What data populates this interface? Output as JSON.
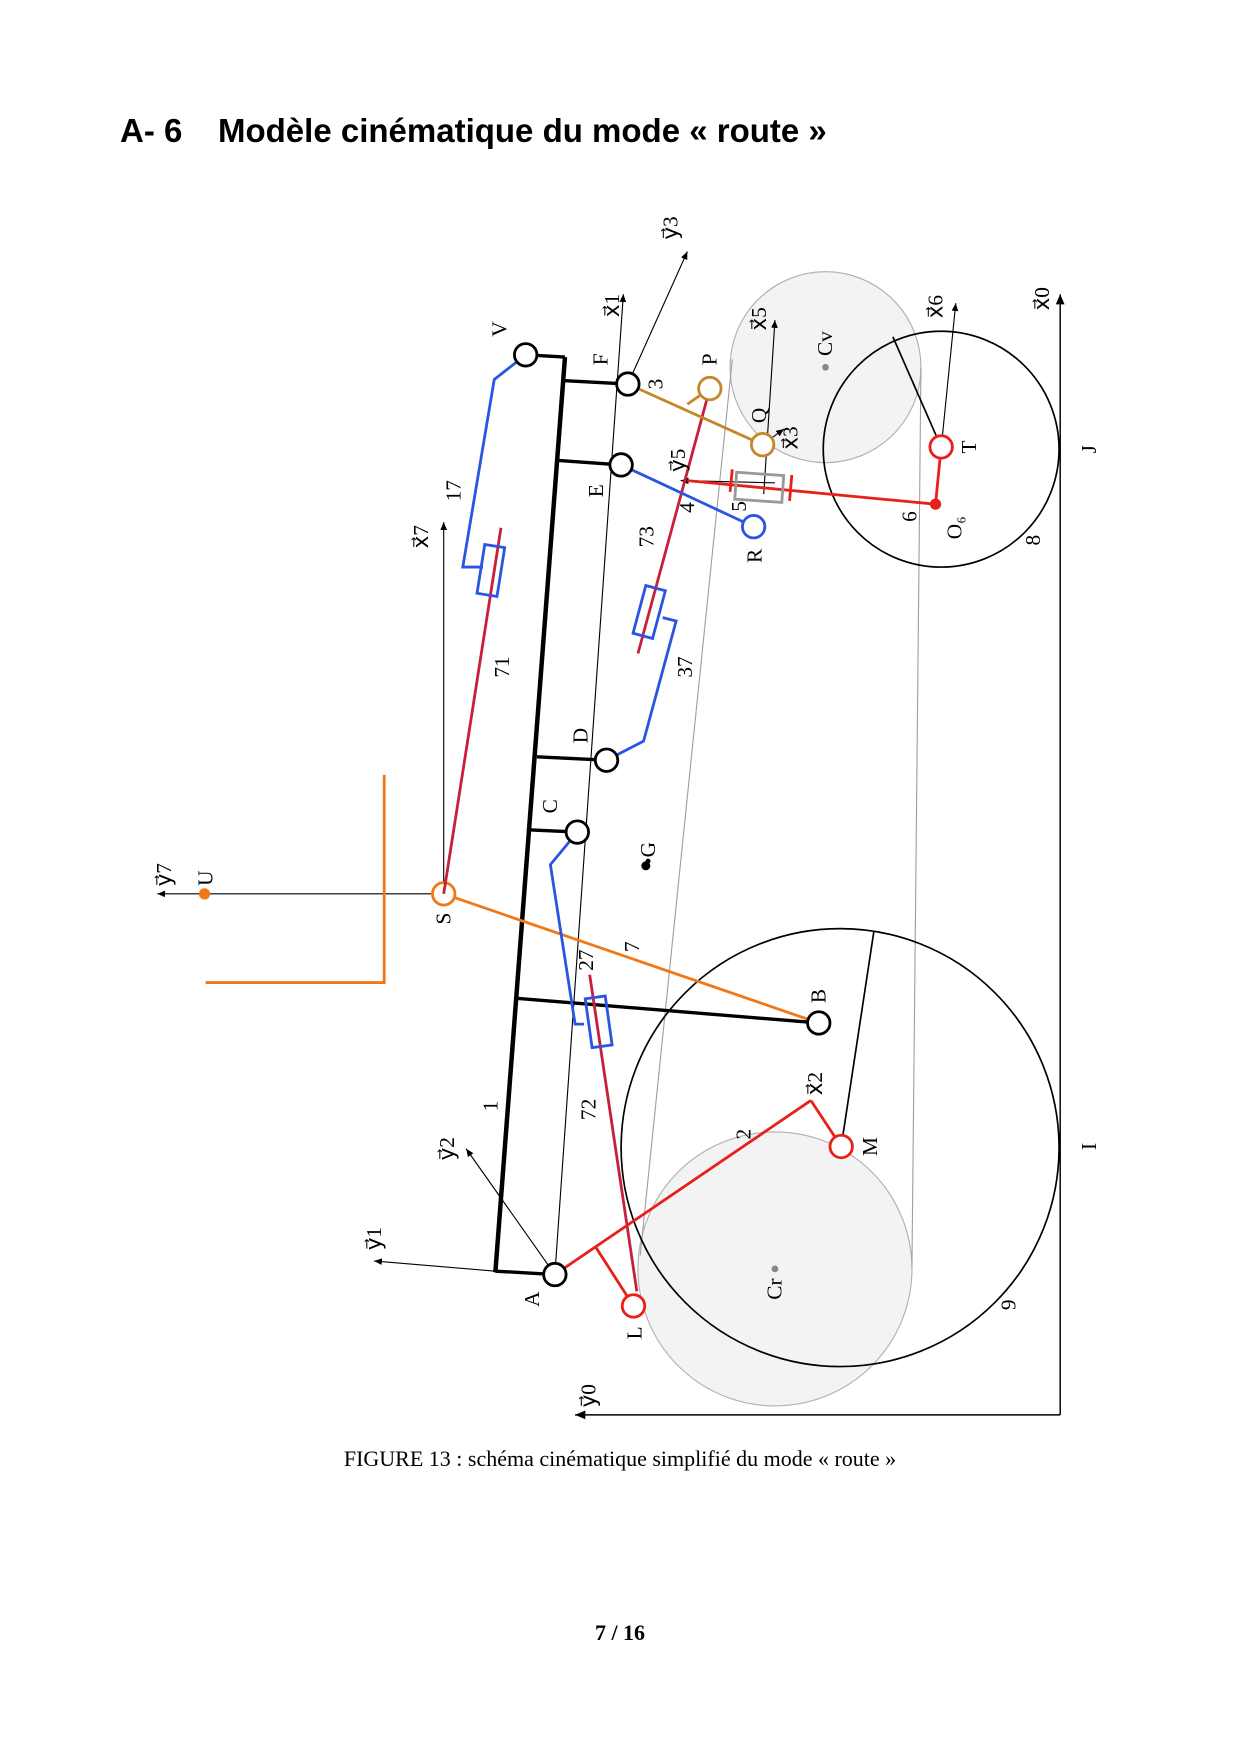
{
  "header": {
    "section_number": "A- 6",
    "section_title": "Modèle cinématique du mode « route »"
  },
  "figure": {
    "caption": "FIGURE 13 : schéma cinématique simplifié du mode « route »",
    "labels": {
      "V": "V",
      "F": "F",
      "E": "E",
      "D": "D",
      "C": "C",
      "B": "B",
      "A": "A",
      "S": "S",
      "U": "U",
      "G": "•G",
      "L": "L",
      "M": "M",
      "P": "P",
      "Q": "Q",
      "R": "R",
      "T": "T",
      "O6": "O₆",
      "Cr": "Cr",
      "Cv": "Cv",
      "I": "I",
      "J": "J",
      "n1": "1",
      "n2": "2",
      "n3": "3",
      "n4": "4",
      "n5": "5",
      "n6": "6",
      "n7": "7",
      "n8": "8",
      "n9": "9",
      "n17": "17",
      "n27": "27",
      "n37": "37",
      "n71": "71",
      "n72": "72",
      "n73": "73",
      "x0": "x⃗0",
      "y0": "y⃗0",
      "x1": "x⃗1",
      "y1": "y⃗1",
      "x2": "x⃗2",
      "y2": "y⃗2",
      "x3": "x⃗3",
      "y3": "y⃗3",
      "x5": "x⃗5",
      "y5": "y⃗5",
      "x6": "x⃗6",
      "x7": "x⃗7",
      "y7": "y⃗7"
    },
    "colors": {
      "frame": "#000000",
      "blue": "#2a55e0",
      "red": "#d0202a",
      "orange": "#f07818",
      "brown": "#c8862a",
      "grey": "#9a9a9a"
    }
  },
  "footer": {
    "page": "7 / 16"
  }
}
